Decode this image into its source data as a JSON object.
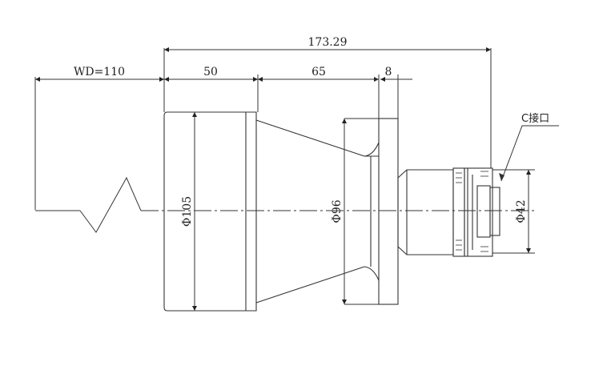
{
  "dimensions": {
    "overall_length": "173.29",
    "working_distance": "WD=110",
    "front_barrel_length": "50",
    "cone_length": "65",
    "flange_thickness": "8",
    "front_barrel_diameter": "Φ105",
    "flange_diameter": "Φ96",
    "mount_diameter": "Φ42"
  },
  "callouts": {
    "mount": "C接口"
  }
}
